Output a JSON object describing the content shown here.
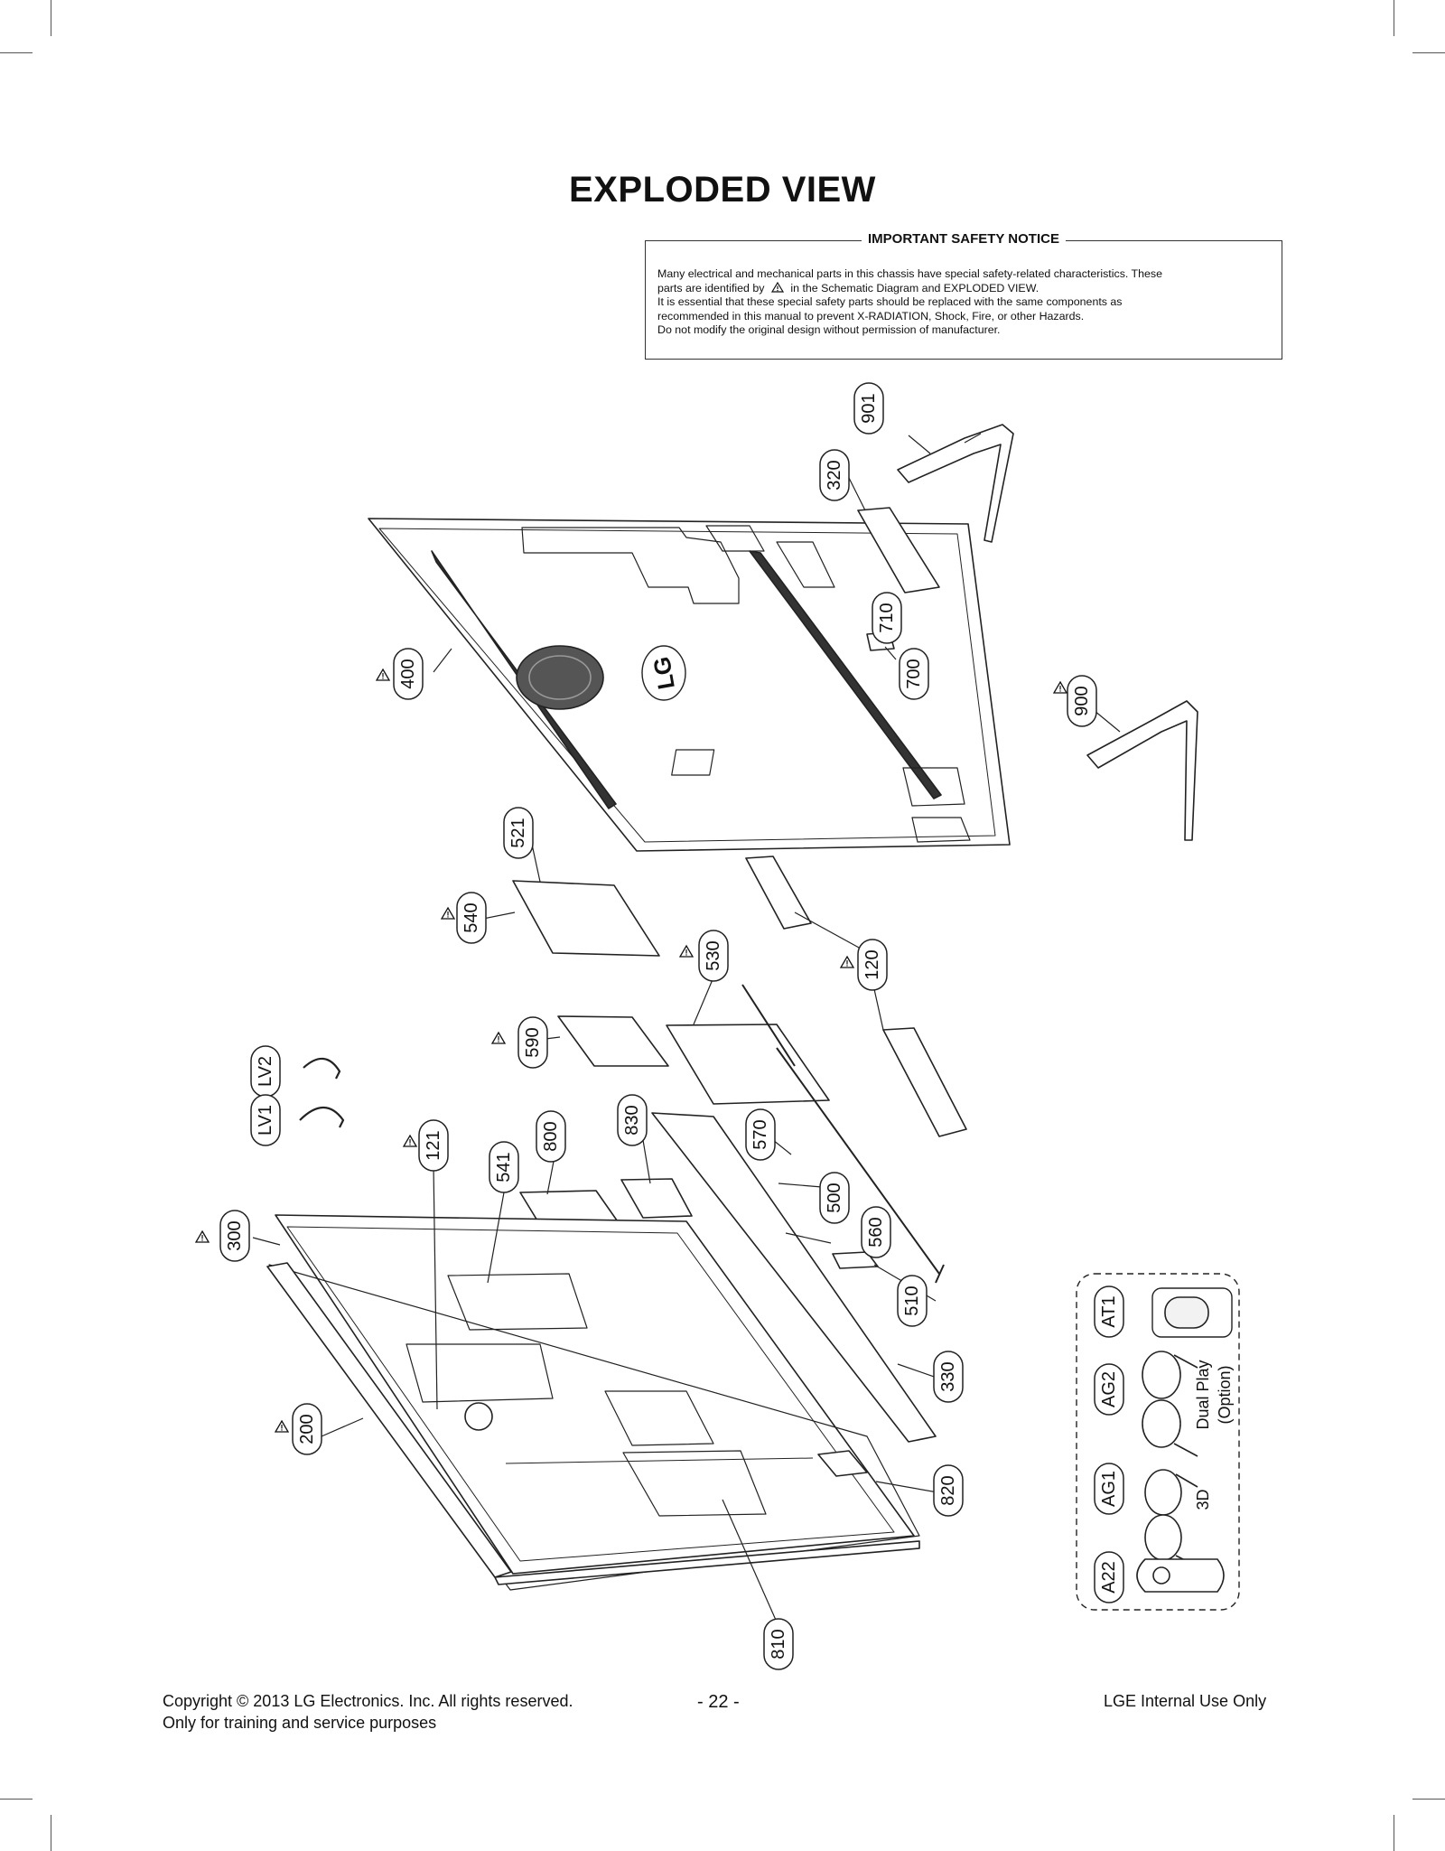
{
  "title": "EXPLODED VIEW",
  "safety_notice": {
    "heading": "IMPORTANT SAFETY NOTICE",
    "line1": "Many electrical and mechanical parts in this chassis have special safety-related characteristics. These",
    "line2_pre": "parts are identified by",
    "line2_post": "in the Schematic Diagram and EXPLODED VIEW.",
    "line3": "It is essential that these special safety parts should be replaced with the same components as",
    "line4": "recommended in this manual to prevent X-RADIATION, Shock, Fire, or other Hazards.",
    "line5": "Do not modify the original design without permission of manufacturer."
  },
  "parts": {
    "p901": "901",
    "p320": "320",
    "p710": "710",
    "p700": "700",
    "p400": "400",
    "p900": "900",
    "p521": "521",
    "p540": "540",
    "p530": "530",
    "p120": "120",
    "p590": "590",
    "pLV2": "LV2",
    "pLV1": "LV1",
    "p121": "121",
    "p541": "541",
    "p800": "800",
    "p830": "830",
    "p570": "570",
    "p500": "500",
    "p560": "560",
    "p510": "510",
    "p300": "300",
    "p330": "330",
    "p200": "200",
    "p820": "820",
    "p810": "810",
    "pAT1": "AT1",
    "pAG2": "AG2",
    "pAG1": "AG1",
    "pA22": "A22"
  },
  "accessories": {
    "dual_play_line1": "Dual Play",
    "dual_play_line2": "(Option)",
    "label_3d": "3D"
  },
  "footer": {
    "copyright": "Copyright  © 2013 LG Electronics. Inc. All rights reserved.",
    "purpose": "Only for training and service purposes",
    "page": "- 22 -",
    "internal": "LGE Internal Use Only"
  },
  "logo_text": "LG"
}
